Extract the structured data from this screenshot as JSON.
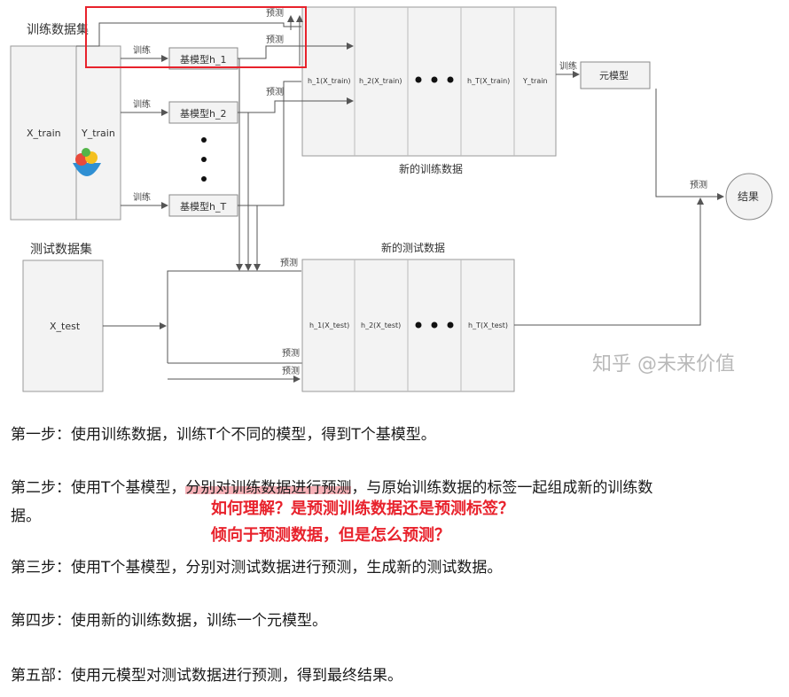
{
  "diagram": {
    "train_set_label": "训练数据集",
    "test_set_label": "测试数据集",
    "x_train": "X_train",
    "y_train": "Y_train",
    "x_test": "X_test",
    "train_arrow_label": "训练",
    "predict_label": "预测",
    "base_models": [
      "基模型h_1",
      "基模型h_2",
      "基模型h_T"
    ],
    "new_train_cols": [
      "h_1(X_train)",
      "h_2(X_train)",
      "h_T(X_train)",
      "Y_train"
    ],
    "new_test_cols": [
      "h_1(X_test)",
      "h_2(X_test)",
      "h_T(X_test)"
    ],
    "new_train_caption": "新的训练数据",
    "new_test_caption": "新的测试数据",
    "meta_model": "元模型",
    "result": "结果",
    "watermark": "知乎 @未来价值"
  },
  "steps": {
    "step1": "第一步：使用训练数据，训练T个不同的模型，得到T个基模型。",
    "step2_prefix": "第二步：使用T个基模型，",
    "step2_highlight": "分别对训练数据进行预测",
    "step2_suffix": "，与原始训练数据的标签一起组成新的训练数",
    "step2_line2": "据。",
    "question1": "如何理解？是预测训练数据还是预测标签？",
    "question2": "倾向于预测数据，但是怎么预测？",
    "step3": "第三步：使用T个基模型，分别对测试数据进行预测，生成新的测试数据。",
    "step4": "第四步：使用新的训练数据，训练一个元模型。",
    "step5": "第五部：使用元模型对测试数据进行预测，得到最终结果。"
  },
  "colors": {
    "annotation_red": "#e8222c",
    "highlight_pink": "#f7b2b8",
    "panel_fill": "#f3f3f3",
    "line_gray": "#555555"
  }
}
